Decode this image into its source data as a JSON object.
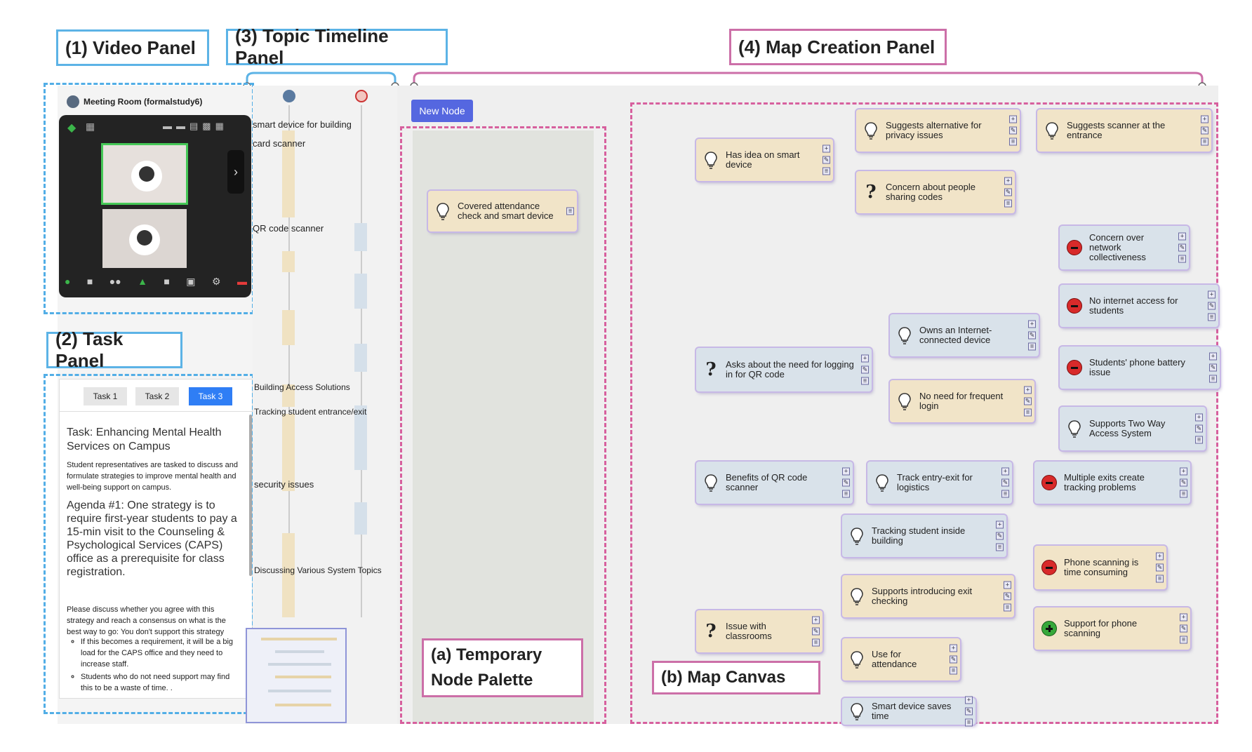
{
  "labels": {
    "video": "(1) Video Panel",
    "timeline": "(3) Topic Timeline Panel",
    "map_creation": "(4) Map Creation Panel",
    "task": "(2) Task Panel",
    "palette_l1": "(a) Temporary",
    "palette_l2": "Node Palette",
    "canvas": "(b) Map Canvas"
  },
  "video": {
    "room_title": "Meeting Room (formalstudy6)"
  },
  "task": {
    "tabs": [
      "Task 1",
      "Task 2",
      "Task 3"
    ],
    "title": "Task: Enhancing Mental Health Services on Campus",
    "intro": "Student representatives are tasked to discuss and formulate strategies to improve mental health and well-being support on campus.",
    "agenda": "Agenda #1: One strategy is to require first-year students to pay a 15-min visit to the Counseling & Psychological Services (CAPS) office as a prerequisite for class registration.",
    "discuss": "Please discuss whether you agree with this strategy and reach a consensus on what is the best way to go: You don't support this strategy",
    "bullets": [
      "If this becomes a requirement, it will be a big load for the CAPS office and they need to increase staff.",
      "Students who do not need support may find this to be a waste of time. ."
    ]
  },
  "timeline": {
    "topics": [
      "smart device for building",
      "card scanner",
      "QR code scanner",
      "Building Access Solutions",
      "Tracking student entrance/exit",
      "security issues",
      "Discussing Various System Topics"
    ]
  },
  "palette": {
    "new_node": "New Node",
    "node": "Covered attendance check and smart device"
  },
  "map": {
    "nodes": [
      "Has idea on smart device",
      "Suggests alternative for privacy issues",
      "Suggests scanner at the entrance",
      "Concern about people sharing codes",
      "Concern over network collectiveness",
      "No internet access for students",
      "Students' phone battery issue",
      "Supports Two Way Access System",
      "Owns an Internet-connected device",
      "No need for frequent login",
      "Asks about the need for logging in for QR code",
      "Benefits of QR code scanner",
      "Track entry-exit for logistics",
      "Multiple exits create tracking problems",
      "Tracking student inside building",
      "Supports introducing exit checking",
      "Phone scanning is time consuming",
      "Support for phone scanning",
      "Issue with classrooms",
      "Use for attendance",
      "Smart device saves time"
    ]
  },
  "colors": {
    "blue_frame": "#52aee6",
    "pink_frame": "#d7609e",
    "new_node_btn": "#5567e0"
  }
}
